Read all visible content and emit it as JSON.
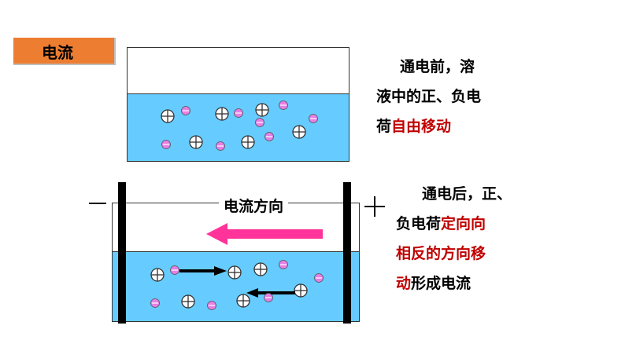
{
  "title_tag": "电流",
  "panel_before": {
    "lines": [
      "通电前，溶",
      "液中的正、负电"
    ],
    "line3_plain": "荷",
    "line3_red": "自由移动"
  },
  "panel_after": {
    "current_label": "电流方向",
    "line1": "通电后，正、",
    "line2_plain": "负电荷",
    "line2_red": "定向向",
    "line3_red": "相反的方向移",
    "line4_red": "动",
    "line4_plain": "形成电流"
  },
  "colors": {
    "tag_bg": "#ed7d31",
    "water": "#66ccff",
    "negative_ion": "#e680e6",
    "current_arrow": "#ff3399",
    "emphasis_text": "#c00000"
  }
}
